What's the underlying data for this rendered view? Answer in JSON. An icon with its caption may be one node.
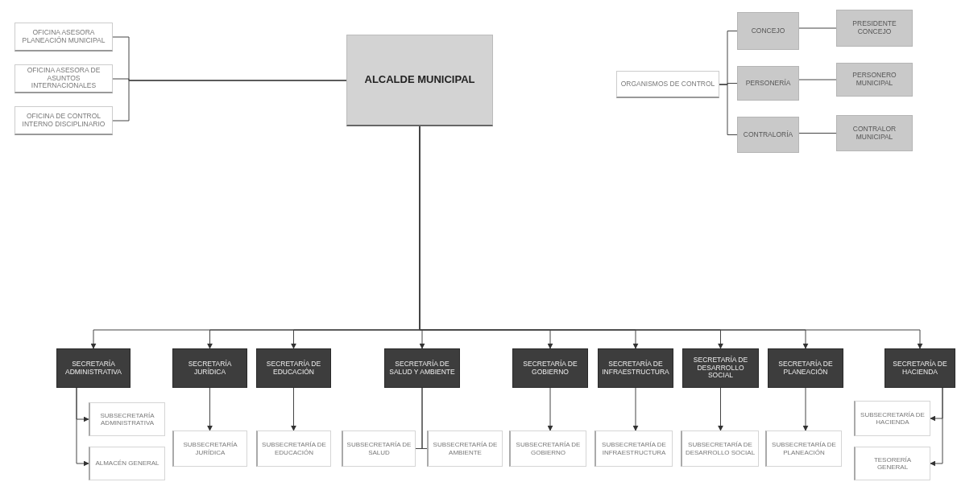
{
  "diagram": {
    "nodes": [
      {
        "text": [
          "ALCALDE MUNICIPAL"
        ]
      },
      {
        "text": [
          "OFICINA ASESORA PLANEACIÓN MUNICIPAL"
        ]
      },
      {
        "text": [
          "OFICINA ASESORA DE ASUNTOS INTERNACIONALES"
        ]
      },
      {
        "text": [
          "OFICINA DE CONTROL INTERNO DISCIPLINARIO"
        ]
      },
      {
        "text": [
          "ORGANISMOS DE CONTROL"
        ]
      },
      {
        "text": [
          "CONCEJO"
        ]
      },
      {
        "text": [
          "PERSONERÍA"
        ]
      },
      {
        "text": [
          "CONTRALORÍA"
        ]
      },
      {
        "text": [
          "PRESIDENTE CONCEJO"
        ]
      },
      {
        "text": [
          "PERSONERO MUNICIPAL"
        ]
      },
      {
        "text": [
          "CONTRALOR MUNICIPAL"
        ]
      },
      {
        "text": [
          "SECRETARÍA ADMINISTRATIVA"
        ]
      },
      {
        "text": [
          "SECRETARÍA JURÍDICA"
        ]
      },
      {
        "text": [
          "SECRETARÍA DE EDUCACIÓN"
        ]
      },
      {
        "text": [
          "SECRETARÍA DE SALUD Y AMBIENTE"
        ]
      },
      {
        "text": [
          "SECRETARÍA DE GOBIERNO"
        ]
      },
      {
        "text": [
          "SECRETARÍA DE INFRAESTRUCTURA"
        ]
      },
      {
        "text": [
          "SECRETARÍA DE DESARROLLO SOCIAL"
        ]
      },
      {
        "text": [
          "SECRETARÍA DE PLANEACIÓN"
        ]
      },
      {
        "text": [
          "SECRETARÍA DE HACIENDA"
        ]
      },
      {
        "text": [
          "SUBSECRETARÍA ADMINISTRATIVA"
        ]
      },
      {
        "text": [
          "ALMACÉN GENERAL"
        ]
      },
      {
        "text": [
          "SUBSECRETARÍA JURÍDICA"
        ]
      },
      {
        "text": [
          "SUBSECRETARÍA DE EDUCACIÓN"
        ]
      },
      {
        "text": [
          "SUBSECRETARÍA DE SALUD"
        ]
      },
      {
        "text": [
          "SUBSECRETARÍA DE AMBIENTE"
        ]
      },
      {
        "text": [
          "SUBSECRETARÍA DE GOBIERNO"
        ]
      },
      {
        "text": [
          "SUBSECRETARÍA DE INFRAESTRUCTURA"
        ]
      },
      {
        "text": [
          "SUBSECRETARÍA DE DESARROLLO SOCIAL"
        ]
      },
      {
        "text": [
          "SUBSECRETARÍA DE PLANEACIÓN"
        ]
      },
      {
        "text": [
          "SUBSECRETARÍA DE HACIENDA"
        ]
      },
      {
        "text": [
          "TESORERÍA GENERAL"
        ]
      }
    ],
    "edges": [
      {
        "from": 0,
        "to": 1,
        "arrow": "none"
      },
      {
        "from": 0,
        "to": 2,
        "arrow": "none"
      },
      {
        "from": 0,
        "to": 3,
        "arrow": "none"
      },
      {
        "from": 4,
        "to": 5,
        "arrow": "none"
      },
      {
        "from": 4,
        "to": 6,
        "arrow": "none"
      },
      {
        "from": 4,
        "to": 7,
        "arrow": "none"
      },
      {
        "from": 5,
        "to": 8,
        "arrow": "none"
      },
      {
        "from": 6,
        "to": 9,
        "arrow": "none"
      },
      {
        "from": 7,
        "to": 10,
        "arrow": "none"
      },
      {
        "from": 0,
        "to": 11,
        "arrow": "to"
      },
      {
        "from": 0,
        "to": 12,
        "arrow": "to"
      },
      {
        "from": 0,
        "to": 13,
        "arrow": "to"
      },
      {
        "from": 0,
        "to": 14,
        "arrow": "to"
      },
      {
        "from": 0,
        "to": 15,
        "arrow": "to"
      },
      {
        "from": 0,
        "to": 16,
        "arrow": "to"
      },
      {
        "from": 0,
        "to": 17,
        "arrow": "to"
      },
      {
        "from": 0,
        "to": 18,
        "arrow": "to"
      },
      {
        "from": 0,
        "to": 19,
        "arrow": "to"
      },
      {
        "from": 11,
        "to": 20,
        "arrow": "to"
      },
      {
        "from": 11,
        "to": 21,
        "arrow": "to"
      },
      {
        "from": 12,
        "to": 22,
        "arrow": "to"
      },
      {
        "from": 13,
        "to": 23,
        "arrow": "to"
      },
      {
        "from": 14,
        "to": 24,
        "arrow": "none"
      },
      {
        "from": 14,
        "to": 25,
        "arrow": "none"
      },
      {
        "from": 15,
        "to": 26,
        "arrow": "to"
      },
      {
        "from": 16,
        "to": 27,
        "arrow": "to"
      },
      {
        "from": 17,
        "to": 28,
        "arrow": "to"
      },
      {
        "from": 18,
        "to": 29,
        "arrow": "to"
      },
      {
        "from": 19,
        "to": 30,
        "arrow": "to"
      },
      {
        "from": 19,
        "to": 31,
        "arrow": "to"
      }
    ]
  }
}
